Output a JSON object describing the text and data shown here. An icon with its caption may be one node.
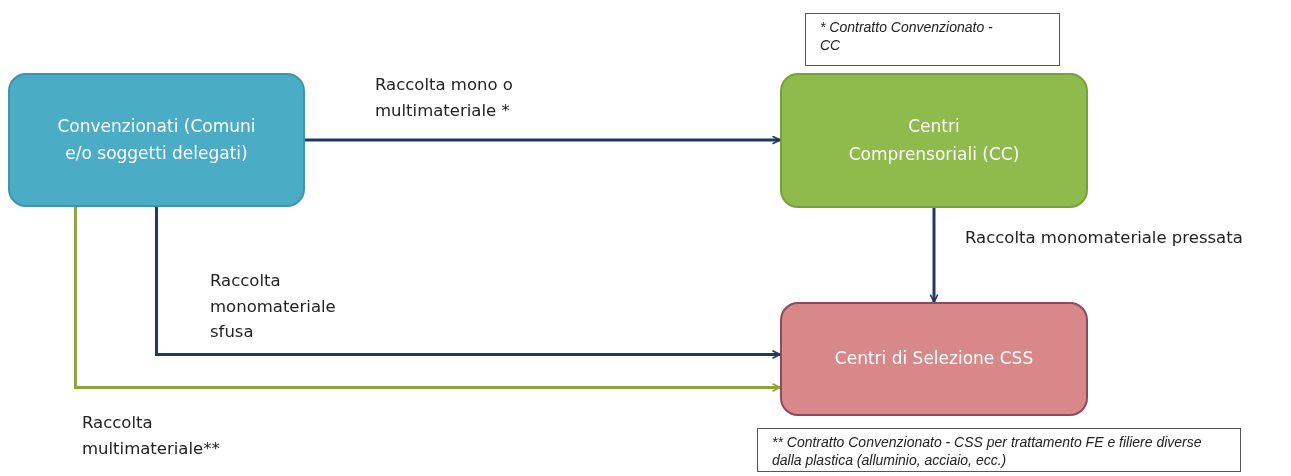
{
  "diagram": {
    "nodes": [
      {
        "text": [
          "Convenzionati (Comuni e/o soggetti delegati)"
        ]
      },
      {
        "text": [
          "Centri Comprensoriali (CC)"
        ]
      },
      {
        "text": [
          "Centri di Selezione CSS"
        ]
      },
      {
        "text": [
          "* Contratto Convenzionato - CC"
        ]
      },
      {
        "text": [
          "** Contratto Convenzionato - CSS per trattamento FE e filiere diverse dalla plastica (alluminio, acciaio, ecc.)"
        ]
      }
    ],
    "edges": [
      {
        "from": 0,
        "to": 1,
        "arrow": "to",
        "label": "Raccolta mono o multimateriale *"
      },
      {
        "from": 1,
        "to": 2,
        "arrow": "to",
        "label": "Raccolta monomateriale pressata"
      },
      {
        "from": 0,
        "to": 2,
        "arrow": "to",
        "label": "Raccolta monomateriale sfusa"
      },
      {
        "from": 0,
        "to": 2,
        "arrow": "to",
        "label": "Raccolta multimateriale**",
        "color": "#8aa63c"
      }
    ]
  }
}
